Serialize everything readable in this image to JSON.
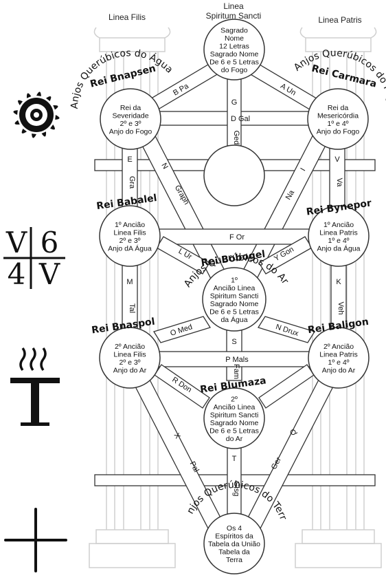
{
  "columns": {
    "left": "Linea Filis",
    "center_line1": "Linea",
    "center_line2": "Spiritum Sancti",
    "right": "Linea Patris"
  },
  "sephiroth": [
    {
      "id": "s1",
      "lines": [
        "Sagrado",
        "Nome",
        "12 Letras",
        "Sagrado Nome",
        "De 6 e 5 Letras",
        "do Fogo"
      ]
    },
    {
      "id": "s2",
      "lines": [
        "Rei da",
        "Severidade",
        "2º e 3º",
        "Anjo do Fogo"
      ]
    },
    {
      "id": "s3",
      "lines": [
        "Rei da",
        "Mesericórdia",
        "1º e 4º",
        "Anjo do Fogo"
      ]
    },
    {
      "id": "s4",
      "lines": []
    },
    {
      "id": "s5",
      "lines": [
        "1º Ancião",
        "Linea Filis",
        "2º e 3º",
        "Anjo dA Água"
      ]
    },
    {
      "id": "s6",
      "lines": [
        "1º Ancião",
        "Linea Patris",
        "1º e 4º",
        "Anjo da Água"
      ]
    },
    {
      "id": "s7",
      "lines": [
        "1º",
        "Ancião Linea",
        "Spiritum Sancti",
        "Sagrado Nome",
        "De 6 e 5 Letras",
        "da Água"
      ]
    },
    {
      "id": "s8",
      "lines": [
        "2º Ancião",
        "Linea Filis",
        "2º e 3º",
        "Anjo do Ar"
      ]
    },
    {
      "id": "s9",
      "lines": [
        "2º Ancião",
        "Linea Patris",
        "1º e 4º",
        "Anjo do Ar"
      ]
    },
    {
      "id": "s10",
      "lines": [
        "2º",
        "Ancião  Linea",
        "Spiritum Sancti",
        "Sagrado Nome",
        "De 6 e 5 Letras",
        "do Ar"
      ]
    },
    {
      "id": "s11",
      "lines": [
        "Os 4",
        "Espíritos da",
        "Tabela da União",
        "Tabela da",
        "Terra"
      ]
    }
  ],
  "kings": [
    {
      "id": "k1",
      "text": "Rei Bnapsen"
    },
    {
      "id": "k2",
      "text": "Rei Carmara"
    },
    {
      "id": "k3",
      "text": "Rei Babalel"
    },
    {
      "id": "k4",
      "text": "Rei Bynepor"
    },
    {
      "id": "k5",
      "text": "Rei Bobogel"
    },
    {
      "id": "k6",
      "text": "Rei Bnaspol"
    },
    {
      "id": "k7",
      "text": "Rei Baligon"
    },
    {
      "id": "k8",
      "text": "Rei Blumaza"
    }
  ],
  "arcs": [
    {
      "id": "a1",
      "text": "Anjos Querúbicos do Água"
    },
    {
      "id": "a2",
      "text": "Anjos Querúbicos do Fogo"
    },
    {
      "id": "a3",
      "text": "Anjos Querúbicos do Ar"
    },
    {
      "id": "a4",
      "text": "Anjos Querúbicos do Terra"
    }
  ],
  "paths": [
    {
      "id": "p1",
      "text": "B Pa"
    },
    {
      "id": "p2",
      "text": "A Un"
    },
    {
      "id": "p3",
      "text": "D Gal"
    },
    {
      "id": "p4",
      "text": "G"
    },
    {
      "id": "p5",
      "text": "Ged"
    },
    {
      "id": "p6",
      "text": "E"
    },
    {
      "id": "p7",
      "text": "Gra"
    },
    {
      "id": "p8",
      "text": "N"
    },
    {
      "id": "p9",
      "text": "Graph"
    },
    {
      "id": "p10",
      "text": "V"
    },
    {
      "id": "p11",
      "text": "Va"
    },
    {
      "id": "p12",
      "text": "I"
    },
    {
      "id": "p13",
      "text": "Na"
    },
    {
      "id": "p14",
      "text": "F Or"
    },
    {
      "id": "p15",
      "text": "L Ur"
    },
    {
      "id": "p16",
      "text": "Y Gon"
    },
    {
      "id": "p17",
      "text": "M"
    },
    {
      "id": "p18",
      "text": "Tal"
    },
    {
      "id": "p19",
      "text": "K"
    },
    {
      "id": "p20",
      "text": "Veh"
    },
    {
      "id": "p21",
      "text": "O Med"
    },
    {
      "id": "p22",
      "text": "N Drux"
    },
    {
      "id": "p23",
      "text": "S"
    },
    {
      "id": "p24",
      "text": "Fam"
    },
    {
      "id": "p25",
      "text": "P Mals"
    },
    {
      "id": "p26",
      "text": "R Don"
    },
    {
      "id": "p27",
      "text": "X"
    },
    {
      "id": "p28",
      "text": "Pal"
    },
    {
      "id": "p29",
      "text": "Q"
    },
    {
      "id": "p30",
      "text": "Ger"
    },
    {
      "id": "p31",
      "text": "T"
    },
    {
      "id": "p32",
      "text": "Gisg"
    }
  ],
  "symbols": {
    "s1": "sun-eye-icon",
    "s2_chars": [
      "V",
      "6",
      "4",
      "V"
    ],
    "s3": "T-with-steam-icon",
    "s4": "cross-icon"
  }
}
